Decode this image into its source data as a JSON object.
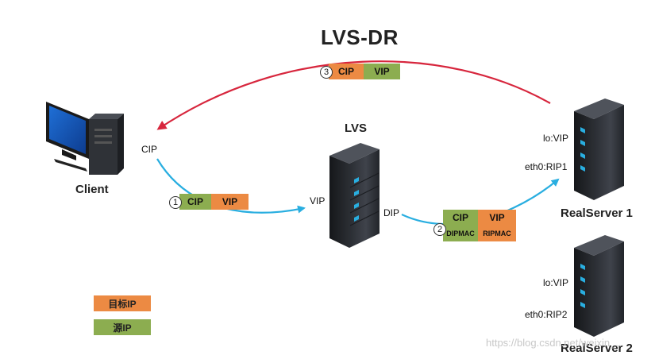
{
  "title": "LVS-DR",
  "nodes": {
    "client": {
      "label": "Client",
      "ip_label": "CIP"
    },
    "lvs": {
      "label": "LVS",
      "vip_label": "VIP",
      "dip_label": "DIP"
    },
    "realserver1": {
      "label": "RealServer  1",
      "lo_label": "lo:VIP",
      "eth_label": "eth0:RIP1"
    },
    "realserver2": {
      "label": "RealServer  2",
      "lo_label": "lo:VIP",
      "eth_label": "eth0:RIP2"
    }
  },
  "packets": {
    "p1": {
      "step": "1",
      "src": "CIP",
      "dst": "VIP"
    },
    "p2": {
      "step": "2",
      "src": "CIP",
      "dst": "VIP",
      "src_mac": "DIPMAC",
      "dst_mac": "RIPMAC"
    },
    "p3": {
      "step": "3",
      "src": "CIP",
      "dst": "VIP"
    }
  },
  "legend": {
    "target": "目标IP",
    "source": "源IP"
  },
  "colors": {
    "target": "#ec8a43",
    "source": "#8cad50",
    "request_arrow": "#29aee0",
    "response_arrow": "#d7263d"
  },
  "watermark": "https://blog.csdn.net/weixin_..."
}
